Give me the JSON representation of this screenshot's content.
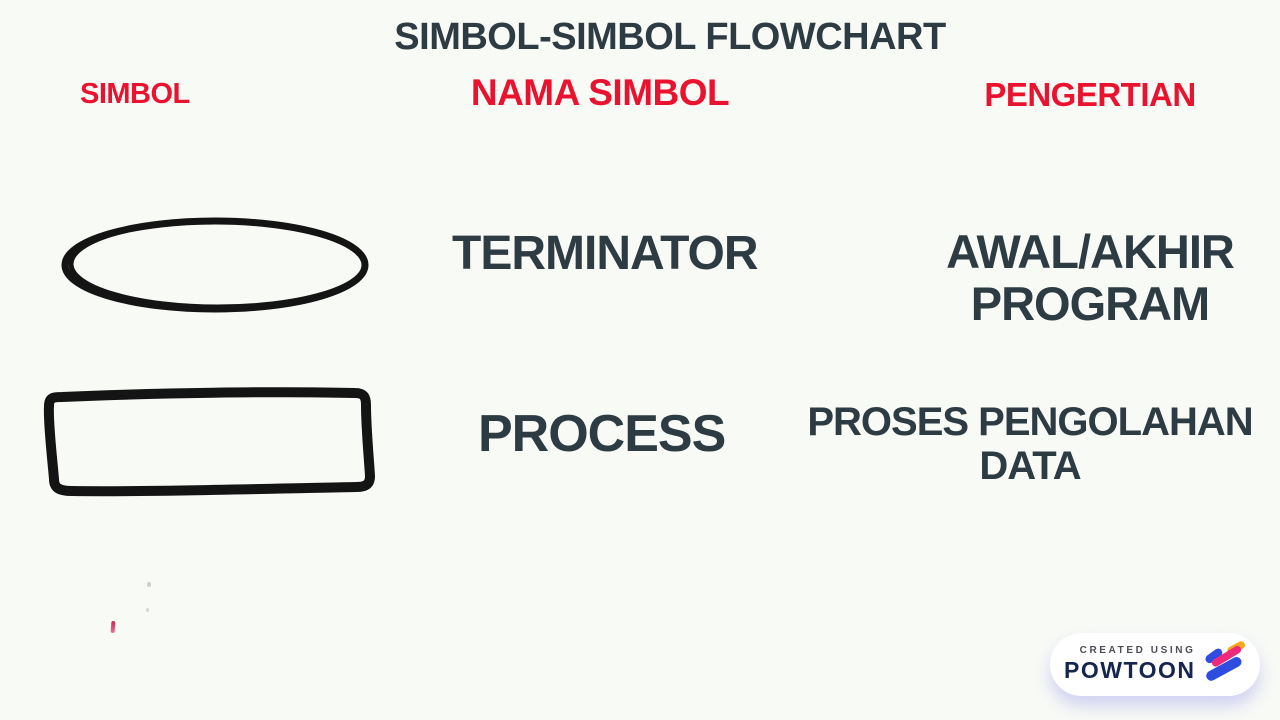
{
  "title": "SIMBOL-SIMBOL FLOWCHART",
  "table": {
    "headers": [
      {
        "label": "SIMBOL"
      },
      {
        "label": "NAMA SIMBOL"
      },
      {
        "label": "PENGERTIAN"
      }
    ],
    "rows": [
      {
        "symbol": "terminator-ellipse",
        "name": "TERMINATOR",
        "meaning": "AWAL/AKHIR\nPROGRAM"
      },
      {
        "symbol": "process-rectangle",
        "name": "PROCESS",
        "meaning": "PROSES PENGOLAHAN\nDATA"
      }
    ]
  },
  "watermark": {
    "caption": "CREATED USING",
    "brand": "POWTOON"
  },
  "colors": {
    "background": "#f8faf6",
    "heading_red": "#e9132f",
    "text_dark": "#2d3b43",
    "ink_black": "#141414",
    "brand_navy": "#16254e",
    "caption_gray": "#4c4c54",
    "logo_blue": "#2f4ce0",
    "logo_pink": "#ee2a7b",
    "logo_orange": "#f7a51b"
  }
}
